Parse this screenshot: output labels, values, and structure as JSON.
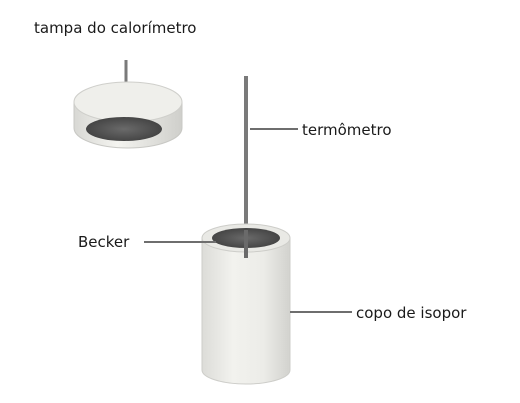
{
  "labels": {
    "lid": "tampa do calorímetro",
    "thermometer": "termômetro",
    "beaker": "Becker",
    "cup": "copo de isopor"
  },
  "colors": {
    "background": "#ffffff",
    "foam": "#eeeeea",
    "foam_shade": "#d6d6d2",
    "dark_interior": "#5a5a5a",
    "thermometer": "#7a7a7a",
    "leader_line": "#6e6e6e",
    "text": "#1a1a1a"
  }
}
